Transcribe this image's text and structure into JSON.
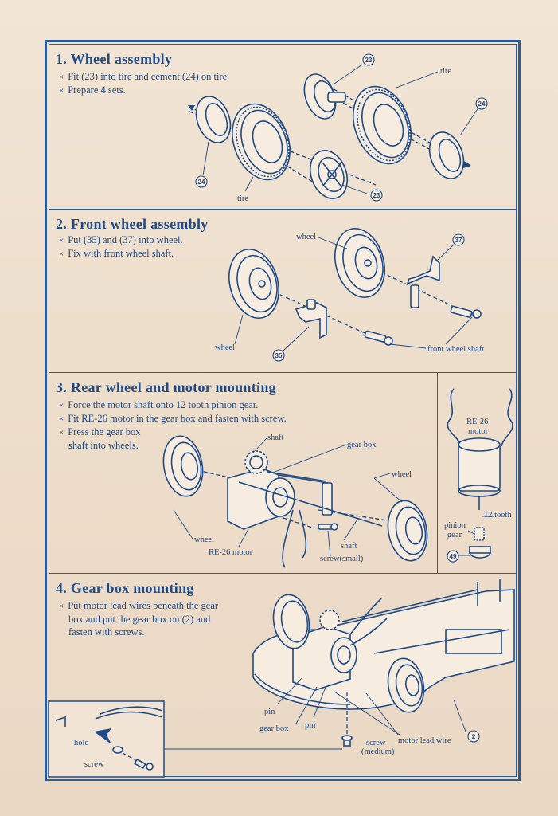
{
  "sections": {
    "s1": {
      "title": "1. Wheel assembly",
      "bullets": [
        "Fit (23) into tire and cement (24) on tire.",
        "Prepare 4 sets."
      ],
      "labels": {
        "tire": "tire",
        "part23": "23",
        "part24": "24"
      }
    },
    "s2": {
      "title": "2. Front wheel assembly",
      "bullets": [
        "Put (35) and (37) into wheel.",
        "Fix with front wheel shaft."
      ],
      "labels": {
        "wheel": "wheel",
        "part35": "35",
        "part37": "37",
        "front_wheel_shaft": "front wheel shaft"
      }
    },
    "s3": {
      "title": "3. Rear wheel and motor mounting",
      "bullets": [
        "Force the motor shaft onto 12 tooth pinion gear.",
        "Fit RE-26 motor in the gear box and fasten with screw.",
        "Press the gear box",
        "shaft into wheels."
      ],
      "labels": {
        "shaft": "shaft",
        "gear_box": "gear box",
        "wheel": "wheel",
        "re26_motor": "RE-26 motor",
        "screw_small": "screw(small)",
        "re26": "RE-26",
        "motor": "motor",
        "twelve_tooth": "12 tooth",
        "pinion": "pinion",
        "gear": "gear",
        "part49": "49"
      }
    },
    "s4": {
      "title": "4. Gear box mounting",
      "bullets": [
        "Put motor lead wires beneath the gear",
        "box and put the gear box on (2)  and",
        "fasten with screws."
      ],
      "labels": {
        "pin": "pin",
        "gear_box": "gear box",
        "screw": "screw",
        "medium": "(medium)",
        "motor_lead_wire": "motor lead wire",
        "part2": "2",
        "hole": "hole"
      }
    }
  },
  "colors": {
    "ink": "#1f4a86",
    "paper": "#efe1d0"
  }
}
